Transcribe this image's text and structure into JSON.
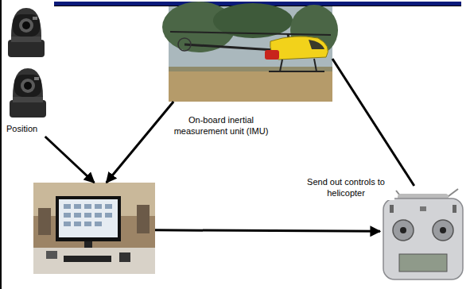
{
  "diagram": {
    "nodes": [
      {
        "text": [
          "Position"
        ]
      },
      {
        "text": []
      },
      {
        "text": []
      },
      {
        "text": []
      }
    ],
    "edges": [
      {
        "from": 0,
        "to": 2,
        "arrow": "to"
      },
      {
        "from": 1,
        "to": 2,
        "label": "On-board inertial measurement unit (IMU)",
        "arrow": "to"
      },
      {
        "from": 2,
        "to": 3,
        "arrow": "to"
      },
      {
        "from": 3,
        "to": 1,
        "label": "Send out controls to helicopter",
        "arrow": "none"
      }
    ]
  }
}
